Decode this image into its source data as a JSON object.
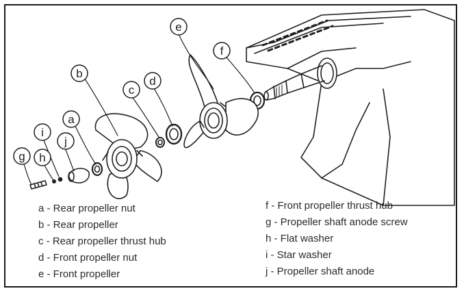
{
  "callouts": {
    "a": "a",
    "b": "b",
    "c": "c",
    "d": "d",
    "e": "e",
    "f": "f",
    "g": "g",
    "h": "h",
    "i": "i",
    "j": "j"
  },
  "legend": {
    "left": [
      "a - Rear propeller nut",
      "b - Rear propeller",
      "c - Rear propeller thrust hub",
      "d - Front propeller nut",
      "e - Front propeller"
    ],
    "right": [
      "f - Front propeller thrust hub",
      "g - Propeller shaft anode screw",
      "h - Flat washer",
      "i - Star washer",
      "j - Propeller shaft anode"
    ]
  },
  "colors": {
    "line": "#1f1f1f",
    "background": "#ffffff"
  }
}
